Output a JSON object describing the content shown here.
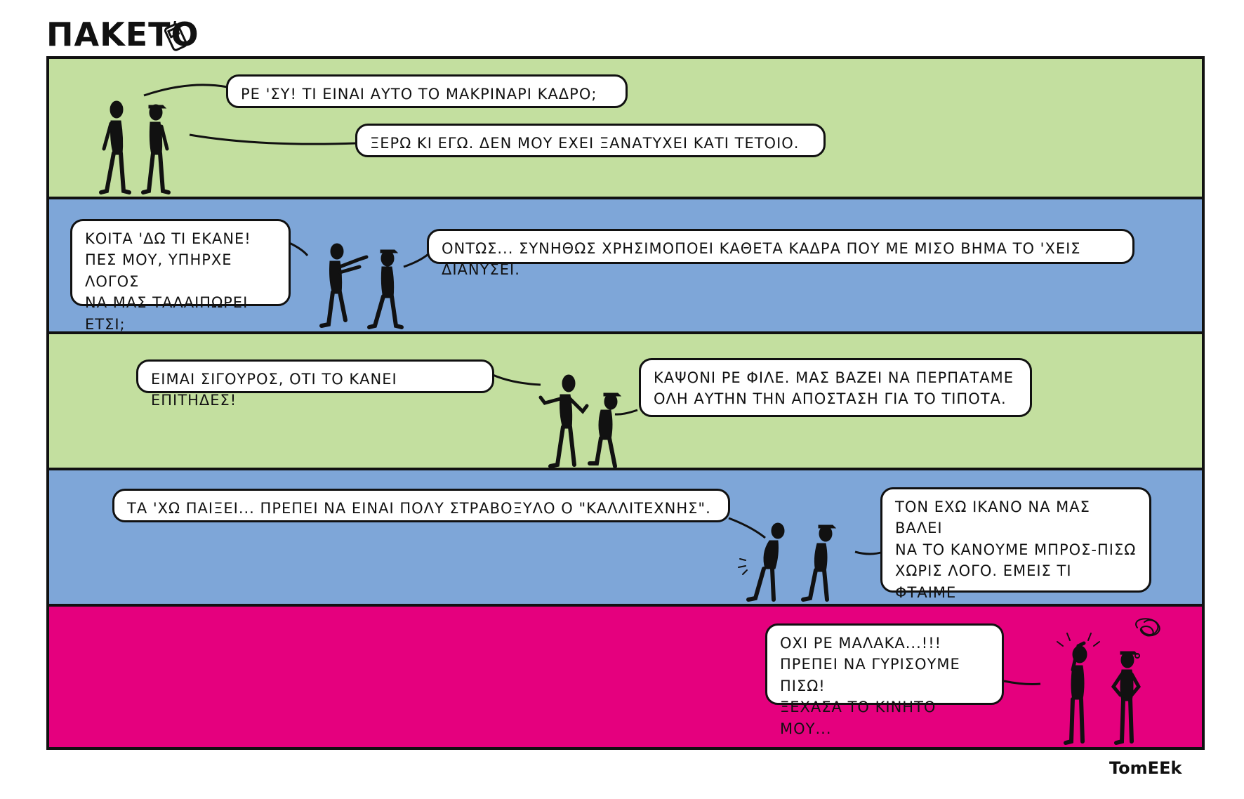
{
  "header": {
    "title": "ΠΑΚΕΤΟ",
    "icon": "phone-icon"
  },
  "colors": {
    "green": "#c3df9f",
    "blue": "#7ea6d8",
    "magenta": "#e5007e",
    "ink": "#111111"
  },
  "panels": [
    {
      "bubbles": [
        "ΡΕ 'ΣΥ! ΤΙ ΕΙΝΑΙ ΑΥΤΟ ΤΟ ΜΑΚΡΙΝΑΡΙ ΚΑΔΡΟ;",
        "ΞΕΡΩ ΚΙ ΕΓΩ. ΔΕΝ ΜΟΥ ΕΧΕΙ ΞΑΝΑΤΥΧΕΙ ΚΑΤΙ ΤΕΤΟΙΟ."
      ]
    },
    {
      "bubbles": [
        "ΚΟΙΤΑ 'ΔΩ ΤΙ ΕΚΑΝΕ!\nΠΕΣ ΜΟΥ, ΥΠΗΡΧΕ ΛΟΓΟΣ\nΝΑ ΜΑΣ ΤΑΛΑΙΠΩΡΕΙ ΕΤΣΙ;",
        "ΟΝΤΩΣ... ΣΥΝΗΘΩΣ ΧΡΗΣΙΜΟΠΟΕΙ ΚΑΘΕΤΑ ΚΑΔΡΑ ΠΟΥ ΜΕ ΜΙΣΟ ΒΗΜΑ ΤΟ 'ΧΕΙΣ ΔΙΑΝΥΣΕΙ."
      ]
    },
    {
      "bubbles": [
        "ΕΙΜΑΙ ΣΙΓΟΥΡΟΣ, ΟΤΙ ΤΟ ΚΑΝΕΙ ΕΠΙΤΗΔΕΣ!",
        "ΚΑΨΟΝΙ ΡΕ ΦΙΛΕ. ΜΑΣ ΒΑΖΕΙ ΝΑ ΠΕΡΠΑΤΑΜΕ\nΟΛΗ ΑΥΤΗΝ ΤΗΝ ΑΠΟΣΤΑΣΗ ΓΙΑ ΤΟ ΤΙΠΟΤΑ."
      ]
    },
    {
      "bubbles": [
        "ΤΑ 'ΧΩ ΠΑΙΞΕΙ... ΠΡΕΠΕΙ ΝΑ ΕΙΝΑΙ ΠΟΛΥ ΣΤΡΑΒΟΞΥΛΟ Ο \"ΚΑΛΛΙΤΕΧΝΗΣ\".",
        "ΤΟΝ ΕΧΩ ΙΚΑΝΟ ΝΑ ΜΑΣ ΒΑΛΕΙ\nΝΑ ΤΟ ΚΑΝΟΥΜΕ ΜΠΡΟΣ-ΠΙΣΩ\nΧΩΡΙΣ ΛΟΓΟ. ΕΜΕΙΣ ΤΙ ΦΤΑΙΜΕ\nΚΑΙ ΤΡΑΒΑΜΕ ΤΕΤΟΙΟ ΠΑΚΕΤΟ;"
      ]
    },
    {
      "bubbles": [
        "ΟΧΙ ΡΕ ΜΑΛΑΚΑ...!!!\nΠΡΕΠΕΙ ΝΑ ΓΥΡΙΣΟΥΜΕ ΠΙΣΩ!\nΞΕΧΑΣΑ ΤΟ ΚΙΝΗΤΟ ΜΟΥ..."
      ]
    }
  ],
  "signature": "TomEEk"
}
